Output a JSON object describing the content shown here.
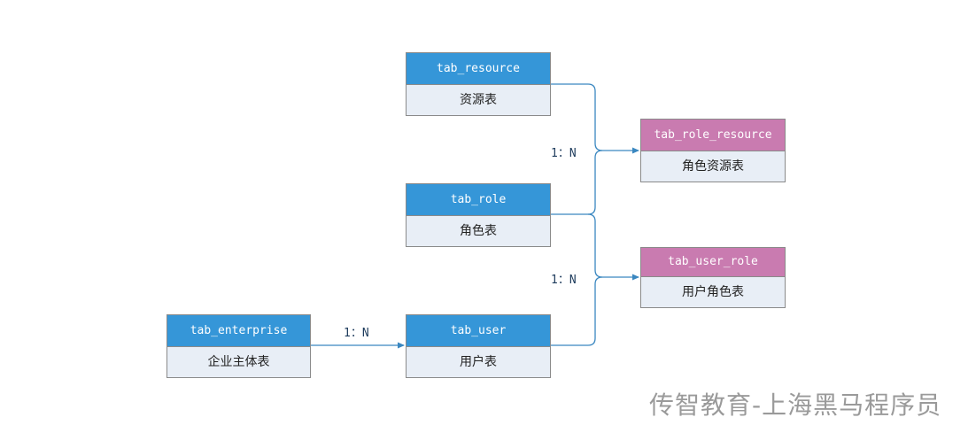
{
  "entities": {
    "resource": {
      "name": "tab_resource",
      "desc": "资源表"
    },
    "role": {
      "name": "tab_role",
      "desc": "角色表"
    },
    "user": {
      "name": "tab_user",
      "desc": "用户表"
    },
    "enterprise": {
      "name": "tab_enterprise",
      "desc": "企业主体表"
    },
    "role_resource": {
      "name": "tab_role_resource",
      "desc": "角色资源表"
    },
    "user_role": {
      "name": "tab_user_role",
      "desc": "用户角色表"
    }
  },
  "relations": {
    "role_resource_label": "1：N",
    "user_role_label": "1：N",
    "enterprise_user_label": "1：N"
  },
  "colors": {
    "entity_header": "#3596d8",
    "link_header": "#c97bb0",
    "entity_body": "#e8eef6",
    "connector": "#3a87c0"
  },
  "watermark": "传智教育-上海黑马程序员"
}
